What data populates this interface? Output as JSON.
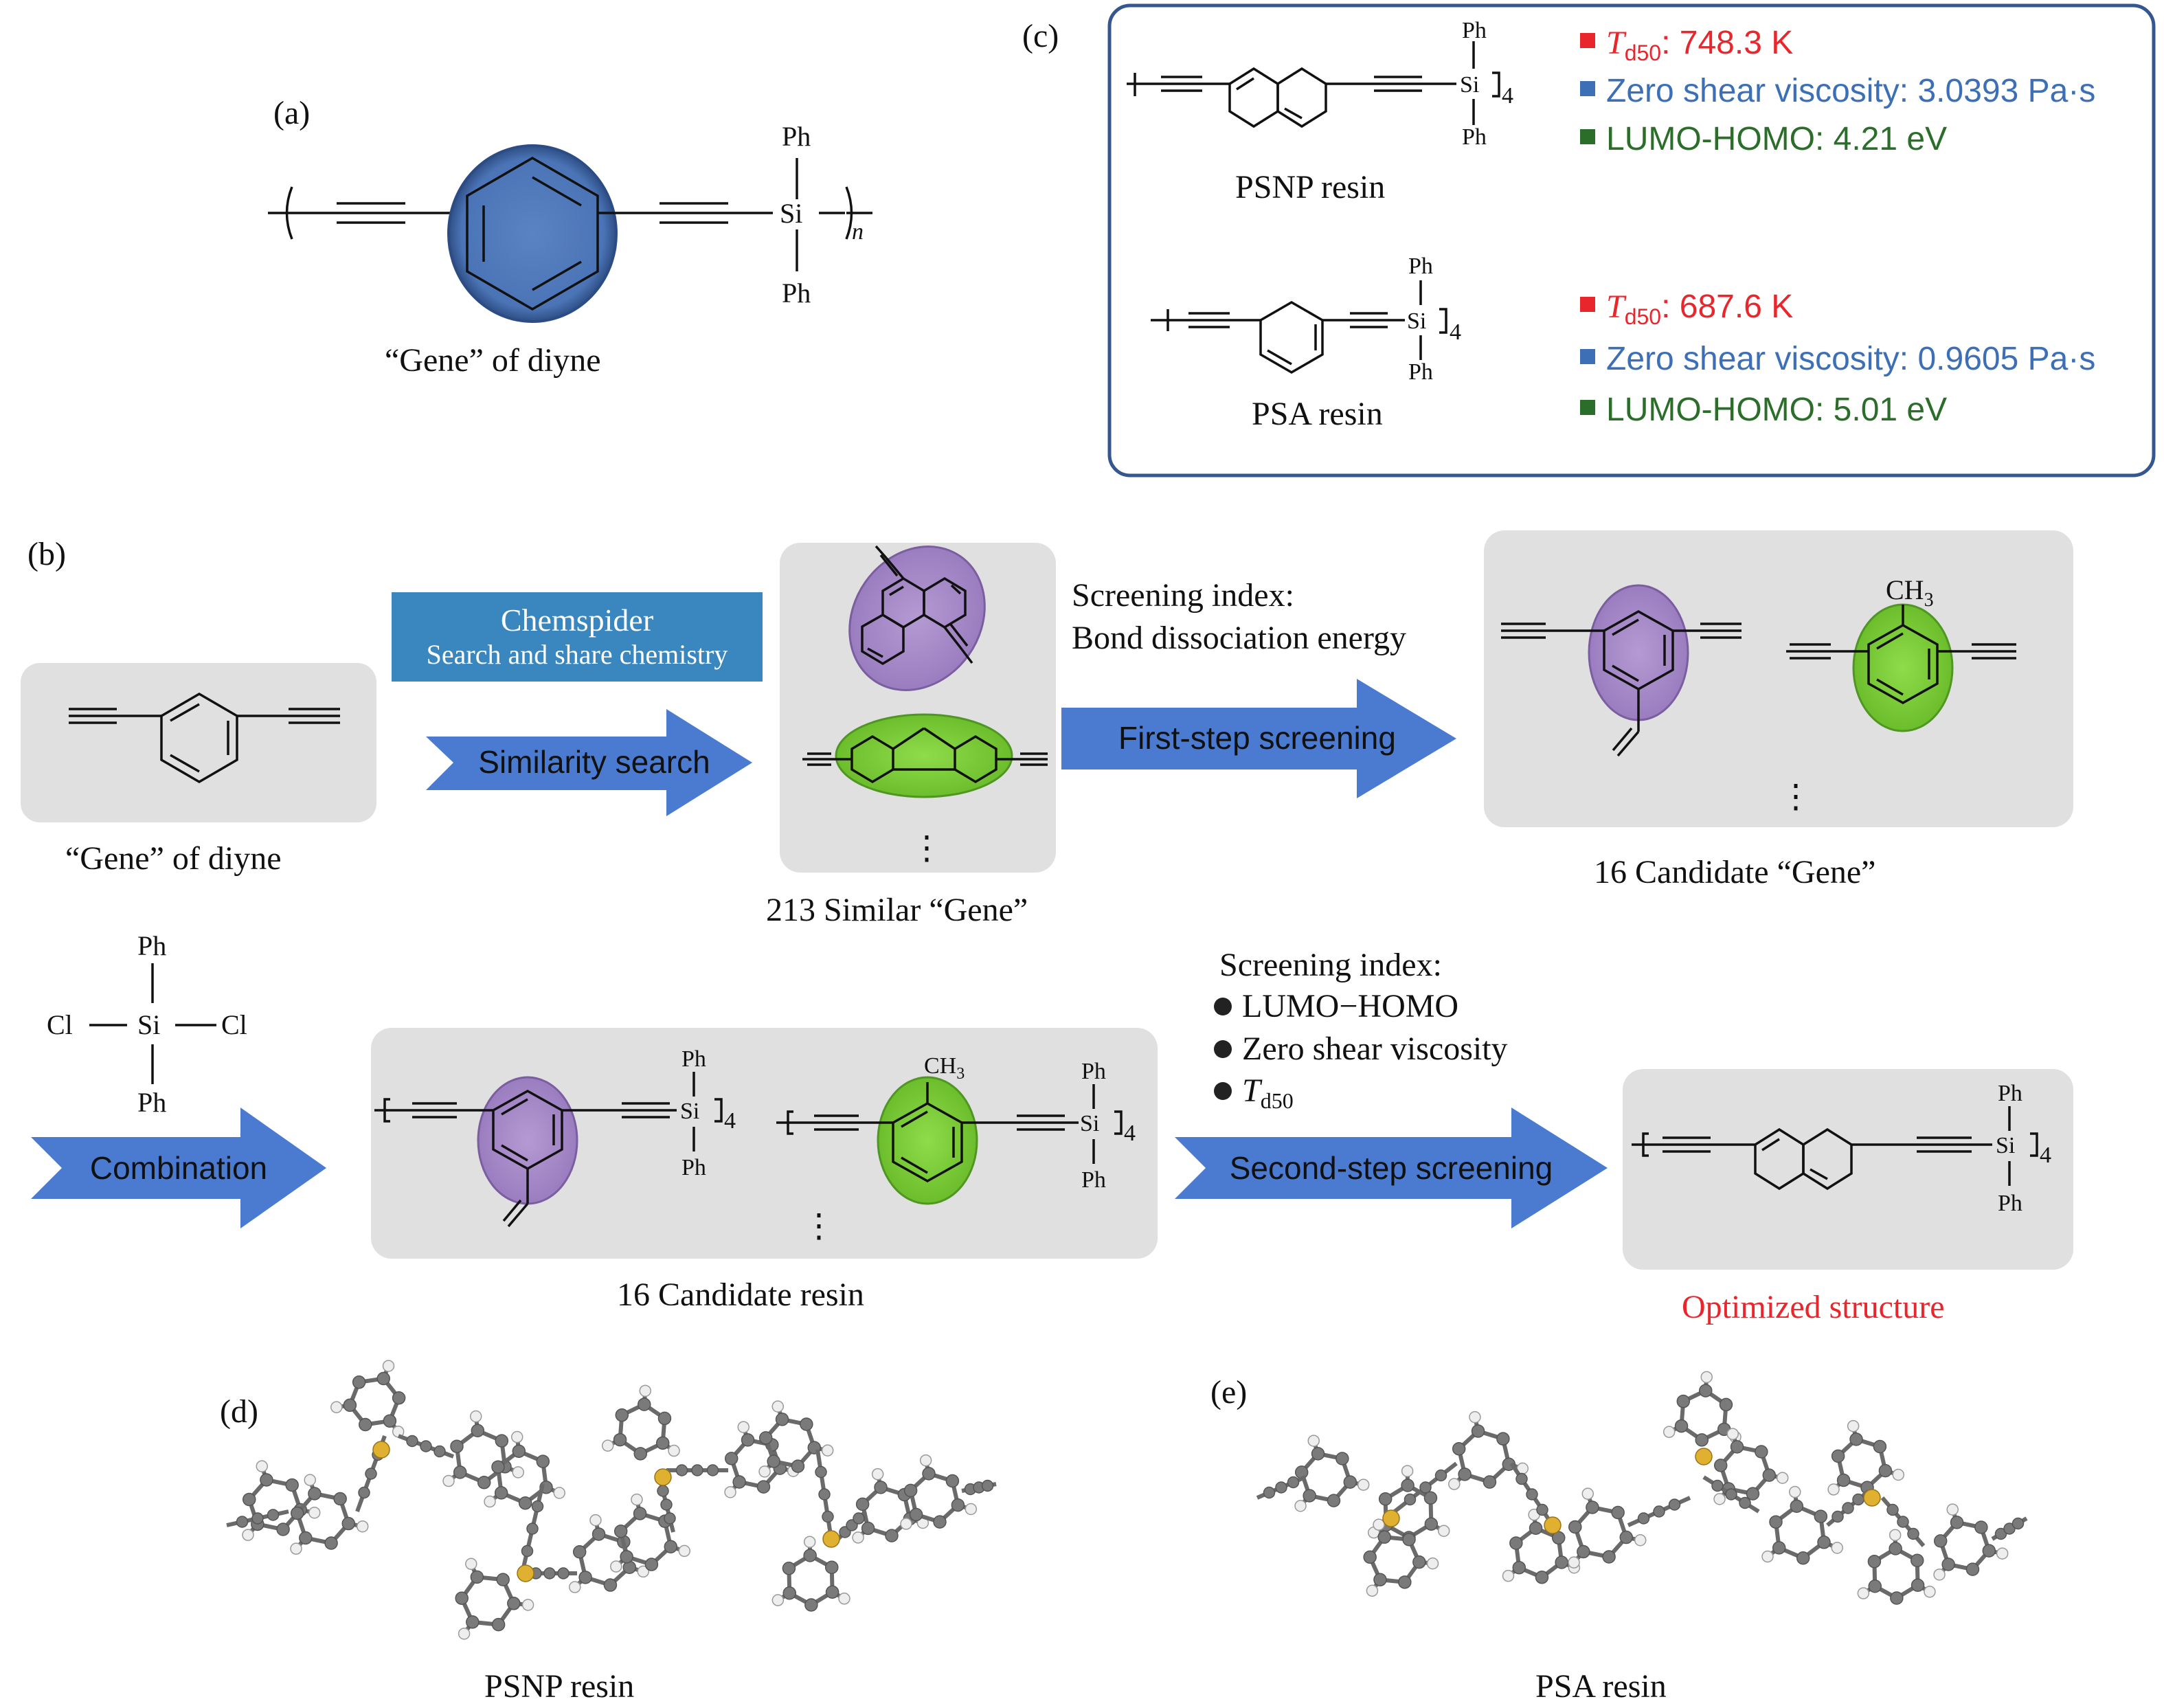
{
  "panels": {
    "a": "(a)",
    "b": "(b)",
    "c": "(c)",
    "d": "(d)",
    "e": "(e)"
  },
  "panel_a": {
    "caption": "“Gene” of diyne",
    "ph_top": "Ph",
    "ph_bottom": "Ph",
    "si": "Si",
    "n": "n"
  },
  "panel_c": {
    "psnp": {
      "name": "PSNP resin",
      "td50_value": ": 748.3 K",
      "viscosity": "Zero shear viscosity: 3.0393 Pa·s",
      "gap": "LUMO-HOMO: 4.21 eV"
    },
    "psa": {
      "name": "PSA resin",
      "td50_value": ": 687.6 K",
      "viscosity": "Zero shear viscosity: 0.9605 Pa·s",
      "gap": "LUMO-HOMO: 5.01 eV"
    },
    "td_T": "T",
    "td_sub": "d50",
    "subscript_4": "4",
    "colors": {
      "td": "#e8262b",
      "viscosity": "#3c6fb5",
      "gap": "#2a6e2a"
    }
  },
  "panel_b": {
    "gene_caption": "“Gene” of diyne",
    "chemspider_title": "Chemspider",
    "chemspider_sub": "Search and share chemistry",
    "similarity": "Similarity search",
    "similar_caption": "213 Similar “Gene”",
    "screen1_line1": "Screening index:",
    "screen1_line2": "Bond dissociation energy",
    "first_step": "First-step screening",
    "candidate_caption": "16 Candidate “Gene”",
    "ch3": "CH",
    "ch3_sub": "3",
    "dichloro": {
      "ph_top": "Ph",
      "ph_bottom": "Ph",
      "cl_left": "Cl",
      "cl_right": "Cl",
      "si": "Si"
    },
    "combination": "Combination",
    "candidate_resin_caption": "16 Candidate resin",
    "screen2_title": "Screening index:",
    "screen2_items": [
      "LUMO−HOMO",
      "Zero shear viscosity"
    ],
    "screen2_td_T": "T",
    "screen2_td_sub": "d50",
    "second_step": "Second-step screening",
    "optimized_caption": "Optimized structure",
    "vdots": "⋮"
  },
  "panel_d": {
    "caption": "PSNP resin"
  },
  "panel_e": {
    "caption": "PSA resin"
  },
  "colors": {
    "arrow": "#4a7bd0",
    "chemspider": "#3a87c0",
    "gray_box": "#e0e0e0",
    "purple": "#a58bc6",
    "green": "#7ccc3c",
    "blue_disc": "#4d76b9",
    "box_border": "#34578f",
    "optimized": "#e8262b"
  }
}
